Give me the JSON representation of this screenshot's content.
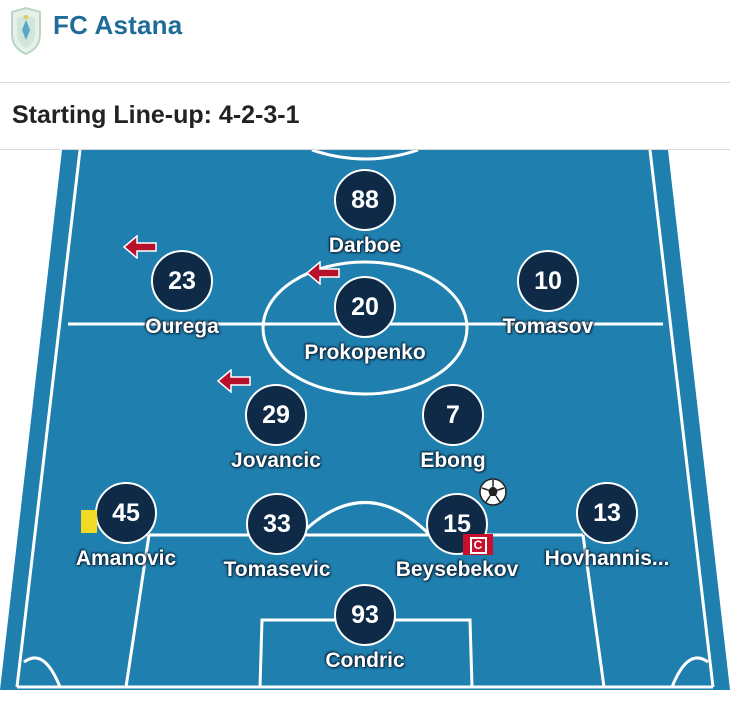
{
  "header": {
    "team_name": "FC Astana",
    "crest_icon": "team-crest-icon"
  },
  "lineup": {
    "title": "Starting Line-up: 4-2-3-1"
  },
  "colors": {
    "pitch": "#1f7fae",
    "lines": "#ffffff",
    "player_disc": "#0e2a47",
    "sub_arrow": "#b7102b",
    "yellow_card": "#f2d924",
    "captain": "#c8102e"
  },
  "players": [
    {
      "id": "darboe",
      "number": "88",
      "name": "Darboe",
      "icons": []
    },
    {
      "id": "ourega",
      "number": "23",
      "name": "Ourega",
      "icons": [
        "substitution-arrow-icon"
      ]
    },
    {
      "id": "prokopenko",
      "number": "20",
      "name": "Prokopenko",
      "icons": [
        "substitution-arrow-icon"
      ]
    },
    {
      "id": "tomasov",
      "number": "10",
      "name": "Tomasov",
      "icons": []
    },
    {
      "id": "jovancic",
      "number": "29",
      "name": "Jovancic",
      "icons": [
        "substitution-arrow-icon"
      ]
    },
    {
      "id": "ebong",
      "number": "7",
      "name": "Ebong",
      "icons": []
    },
    {
      "id": "amanovic",
      "number": "45",
      "name": "Amanovic",
      "icons": [
        "yellow-card-icon"
      ]
    },
    {
      "id": "tomasevic",
      "number": "33",
      "name": "Tomasevic",
      "icons": []
    },
    {
      "id": "beysebekov",
      "number": "15",
      "name": "Beysebekov",
      "icons": [
        "goal-ball-icon",
        "captain-icon"
      ]
    },
    {
      "id": "hovhannis",
      "number": "13",
      "name": "Hovhannis...",
      "icons": []
    },
    {
      "id": "condric",
      "number": "93",
      "name": "Condric",
      "icons": []
    }
  ],
  "captain_label": "C"
}
